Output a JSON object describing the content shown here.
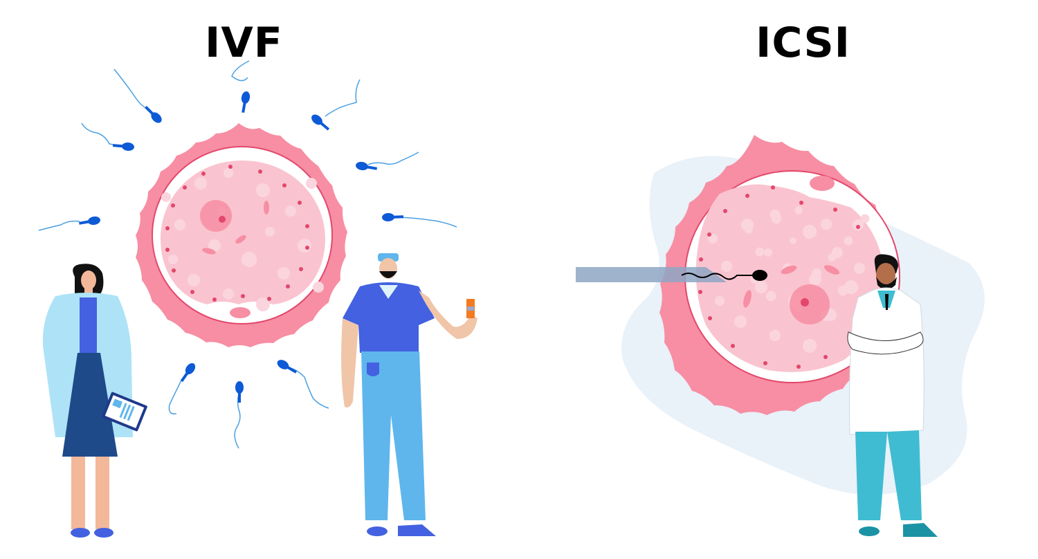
{
  "panels": [
    {
      "id": "ivf",
      "title": "IVF",
      "description": "Egg surrounded by many sperm; female doctor with clipboard and male doctor in scrubs holding sample tube",
      "sperm_count": 10
    },
    {
      "id": "icsi",
      "title": "ICSI",
      "description": "Single sperm injected into the egg through a micropipette; male doctor in white coat with crossed arms",
      "sperm_count": 1
    }
  ],
  "colors": {
    "egg_outer": "#f78ea3",
    "egg_membrane": "#e3476b",
    "egg_inner": "#f9c4d0",
    "egg_dots": "#e3476b",
    "sperm_ivf": "#0d5ad6",
    "sperm_tail": "#4a9fe0",
    "sperm_icsi": "#000000",
    "pipette": "#8ea6c4",
    "backdrop_blob": "#e9f1f9",
    "scrubs_top": "#4361e0",
    "scrubs_pants": "#5fb6ec",
    "lab_coat_light": "#aee3f7",
    "teal_pants": "#3fbcd2",
    "skin_light": "#f3b89a",
    "skin_dark": "#b36e4a"
  }
}
